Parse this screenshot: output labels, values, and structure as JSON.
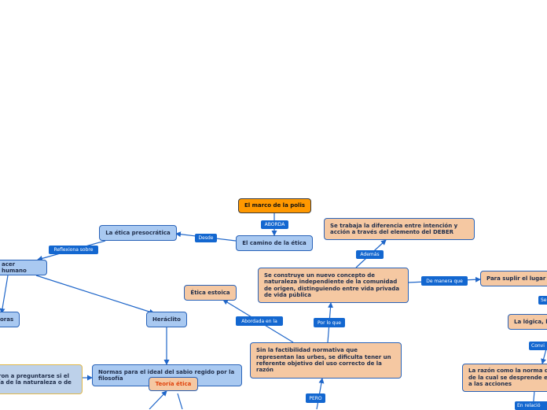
{
  "nodes": {
    "marco_polis": "El marco de la polis",
    "camino_etica": "El camino de la ética",
    "etica_presocratica": "La ética presocrática",
    "quehacer_humano": "acer humano",
    "pitagoras": "oras",
    "heraclito": "Heráclito",
    "preguntarse": "ron a preguntarse si el\nía de la naturaleza o de",
    "normas_sabio": "Normas para el ideal del sabio regido por la filosofía",
    "teoria_etica": "Teoría ética",
    "etica_estoica": "Ética estoica",
    "nuevo_concepto": "Se construye un nuevo concepto de naturaleza independiente de la comunidad de origen, distinguiendo entre vida privada de vida pública",
    "diferencia_intencion": "Se trabaja la diferencia entre intención y acción a través del elemento del DEBER",
    "suplir": "Para suplir el lugar",
    "factibilidad": "Sin la factibilidad normativa que representan las urbes, se dificulta tener un referente objetivo del uso correcto de la razón",
    "logica": "La lógica, l",
    "razon_norma": "La razón como la norma d\nde la cual se desprende e\na las acciones"
  },
  "connectors": {
    "aborda": "ABORDA",
    "desde": "Desde",
    "reflexiona": "Reflexiona sobre",
    "ademas": "Además",
    "de_manera": "De manera que",
    "abordada": "Abordada en la",
    "por_lo_que": "Por lo que",
    "pero": "PERO",
    "se": "Se",
    "convi": "Convi",
    "en_relacion": "En relació"
  },
  "colors": {
    "root": "#ff9800",
    "blue_node": "#a9c9f1",
    "peach_node": "#f5c8a2",
    "connector": "#1367d0",
    "edge": "#1f66c9"
  }
}
